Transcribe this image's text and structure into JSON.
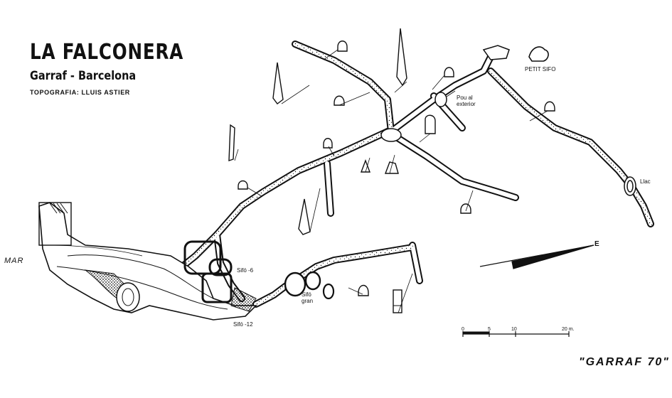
{
  "title": "LA FALCONERA",
  "subtitle": "Garraf - Barcelona",
  "credit": "TOPOGRAFIA: LLUIS ASTIER",
  "sea_label": "MAR",
  "labels": {
    "petit_sifo": "PETIT SIFO",
    "pou_line1": "Pou al",
    "pou_line2": "exterior",
    "llac": "Llac",
    "sifo_6": "Sifó -6",
    "sifo_gran_line1": "Sifó",
    "sifo_gran_line2": "gran",
    "sifo_12": "Sifó -12"
  },
  "scale_bar": {
    "ticks": [
      "0",
      "5",
      "10",
      "20 m."
    ]
  },
  "north_arrow_label": "E",
  "footer_stamp": "\"GARRAF 70\"",
  "colors": {
    "ink": "#111111",
    "paper": "#ffffff"
  }
}
